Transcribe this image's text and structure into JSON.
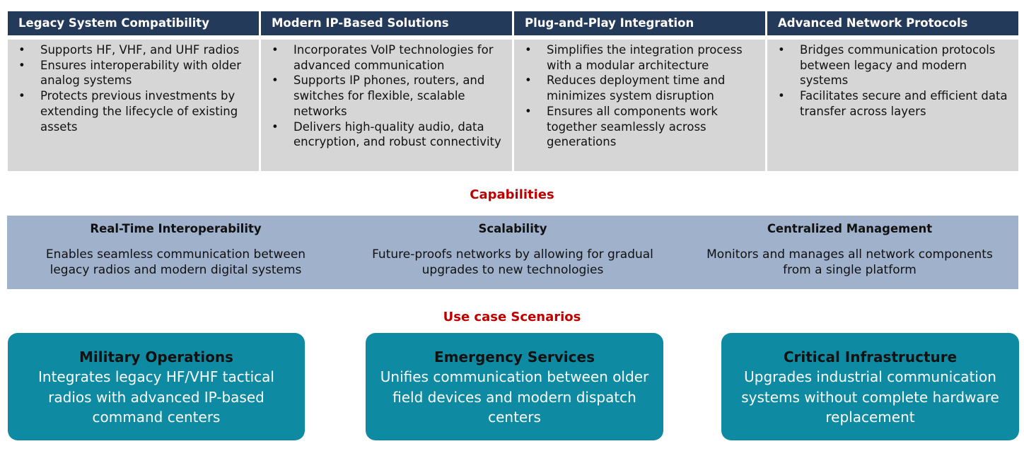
{
  "columns": [
    {
      "title": "Legacy System Compatibility",
      "bullets": [
        "Supports HF, VHF, and UHF radios",
        "Ensures interoperability with older analog systems",
        "Protects previous investments by extending the lifecycle of existing assets"
      ]
    },
    {
      "title": "Modern IP-Based Solutions",
      "bullets": [
        "Incorporates VoIP technologies for advanced communication",
        "Supports IP phones, routers, and switches for flexible, scalable networks",
        "Delivers high-quality audio, data encryption, and robust connectivity"
      ]
    },
    {
      "title": "Plug-and-Play Integration",
      "bullets": [
        "Simplifies the integration process with a modular architecture",
        "Reduces deployment time and minimizes system disruption",
        "Ensures all components work together seamlessly across generations"
      ]
    },
    {
      "title": "Advanced Network Protocols",
      "bullets": [
        "Bridges communication protocols between legacy and modern systems",
        "Facilitates secure and efficient data transfer across layers"
      ]
    }
  ],
  "bullet_char": "•",
  "capabilities": {
    "heading": "Capabilities",
    "items": [
      {
        "title": "Real-Time Interoperability",
        "desc_lines": [
          "Enables seamless communication between",
          "legacy radios and modern digital systems"
        ]
      },
      {
        "title": "Scalability",
        "desc_lines": [
          "Future-proofs networks by allowing for gradual",
          "upgrades to new technologies"
        ]
      },
      {
        "title": "Centralized Management",
        "desc_lines": [
          "Monitors and manages all network components",
          "from a single platform"
        ]
      }
    ]
  },
  "use_cases": {
    "heading": "Use case Scenarios",
    "items": [
      {
        "title": "Military Operations",
        "desc_lines": [
          "Integrates legacy HF/VHF tactical",
          "radios with advanced IP-based",
          "command centers"
        ]
      },
      {
        "title": "Emergency Services",
        "desc_lines": [
          "Unifies communication between older",
          "field devices and modern dispatch",
          "centers"
        ]
      },
      {
        "title": "Critical Infrastructure",
        "desc_lines": [
          "Upgrades industrial communication",
          "systems without complete hardware",
          "replacement"
        ]
      }
    ]
  },
  "colors": {
    "header_navy": "#243a5a",
    "body_gray": "#d6d6d6",
    "band_blue": "#9fb1cb",
    "card_teal": "#0e8aa3",
    "heading_red": "#c00000"
  }
}
